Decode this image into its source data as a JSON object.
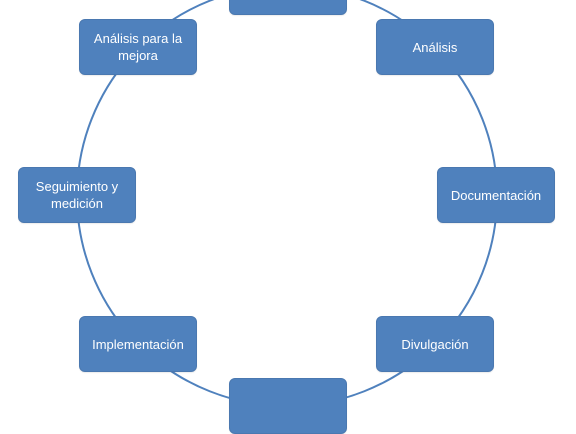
{
  "diagram": {
    "type": "cycle",
    "colors": {
      "node_fill": "#4f81bd",
      "ring_stroke": "#4f81bd",
      "text": "#ffffff"
    },
    "nodes": [
      {
        "label": ""
      },
      {
        "label": "Análisis"
      },
      {
        "label": "Documentación"
      },
      {
        "label": "Divulgación"
      },
      {
        "label": ""
      },
      {
        "label": "Implementación"
      },
      {
        "label": "Seguimiento y medición"
      },
      {
        "label": "Análisis para la mejora"
      }
    ]
  }
}
